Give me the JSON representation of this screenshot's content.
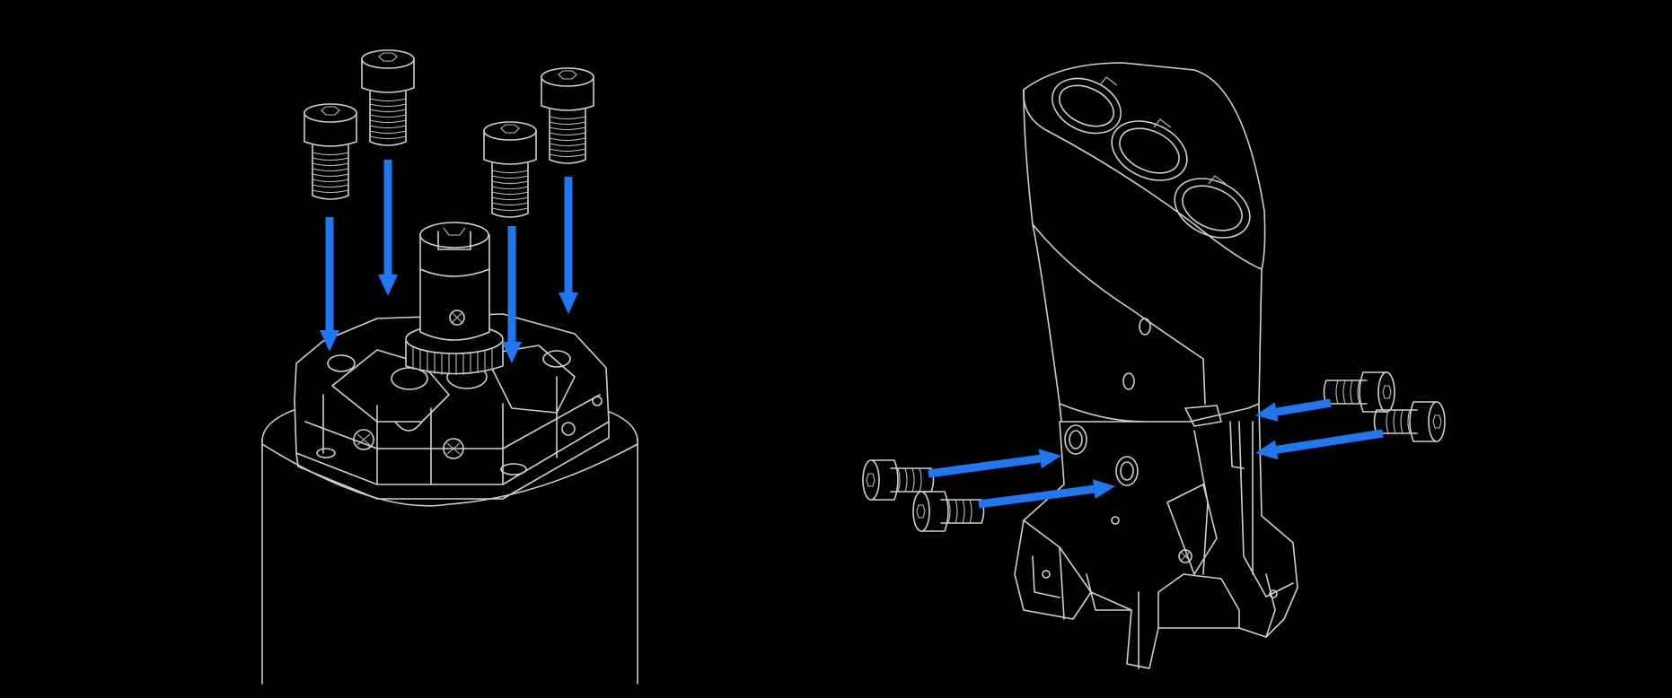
{
  "diagram": {
    "background": "#000000",
    "line_color": "#cfcfcf",
    "arrow_color": "#1f78f0",
    "panels": [
      {
        "name": "motor-mount-assembly",
        "screws": 4,
        "screw_direction": "down"
      },
      {
        "name": "arm-bracket-assembly",
        "screws": 4,
        "screw_direction": "inward"
      }
    ]
  }
}
